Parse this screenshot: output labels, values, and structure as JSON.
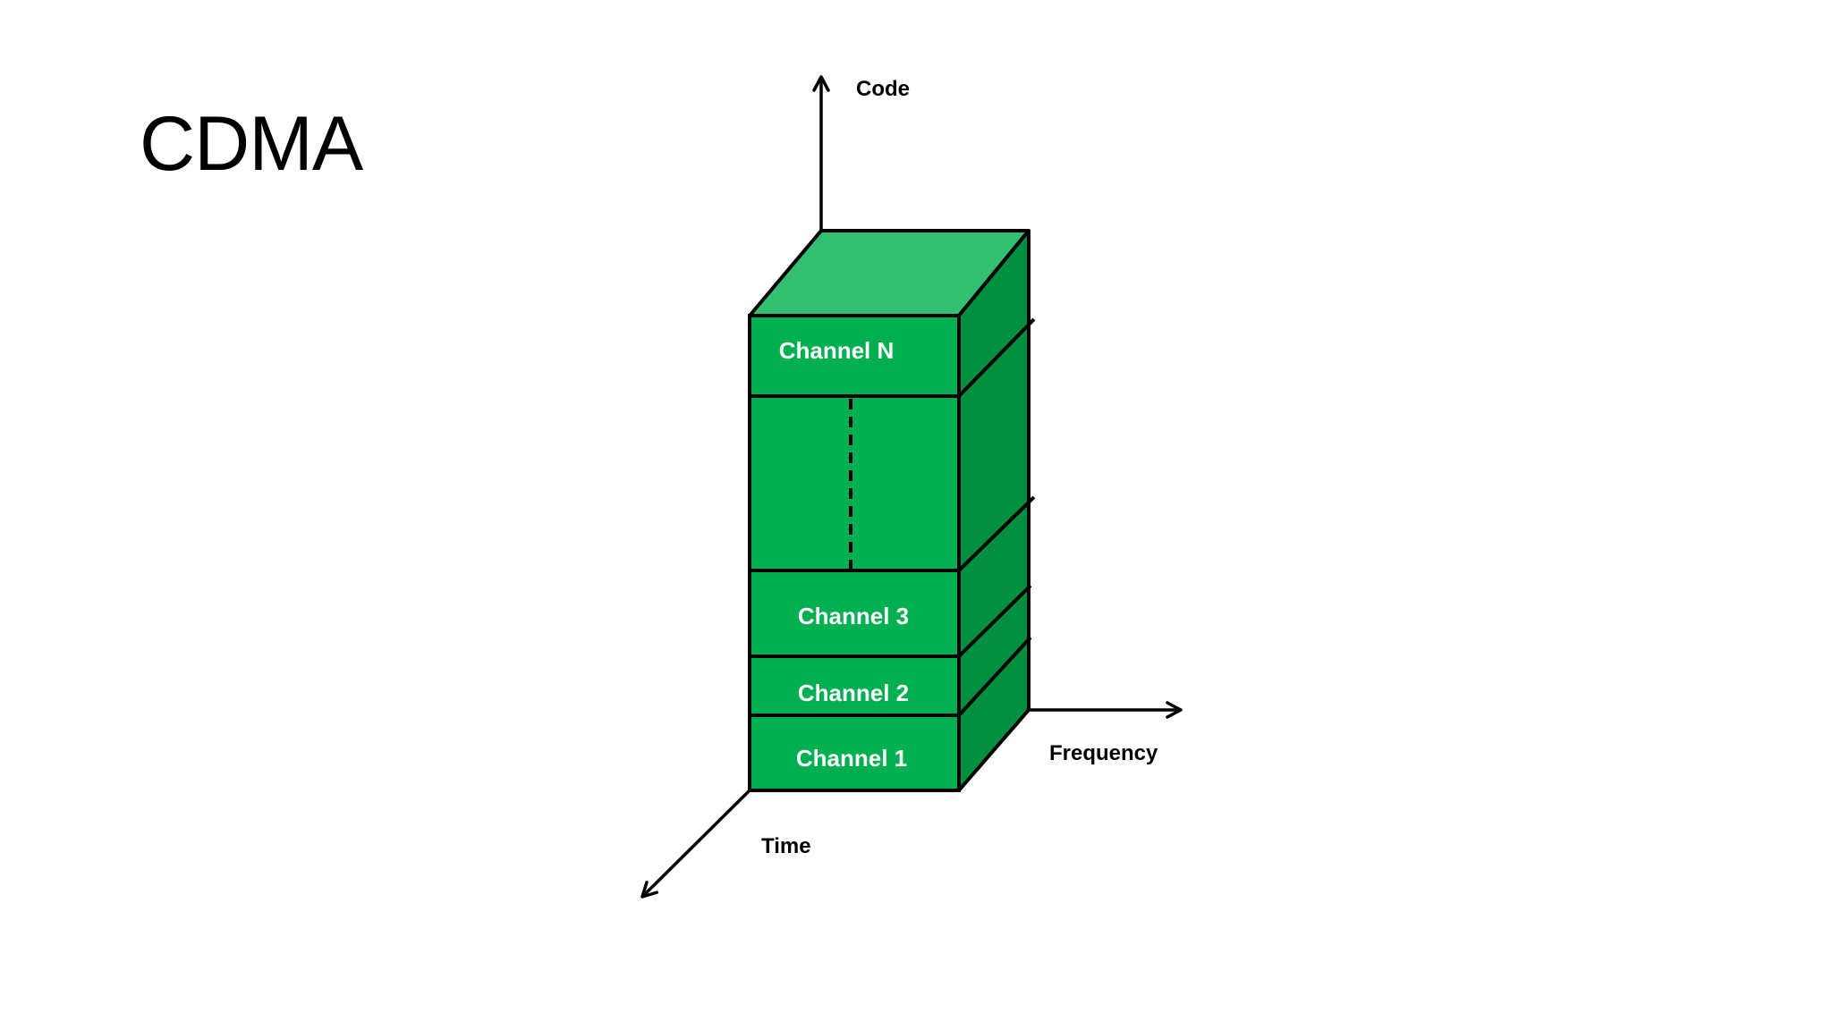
{
  "slide": {
    "title": "CDMA"
  },
  "axes": {
    "code": "Code",
    "frequency": "Frequency",
    "time": "Time"
  },
  "channels": {
    "top": "Channel N",
    "third": "Channel 3",
    "second": "Channel 2",
    "first": "Channel 1"
  },
  "colors": {
    "front": "#00b050",
    "top": "#33c073",
    "side": "#00903f",
    "outline": "#000000",
    "label": "#ffffff"
  }
}
